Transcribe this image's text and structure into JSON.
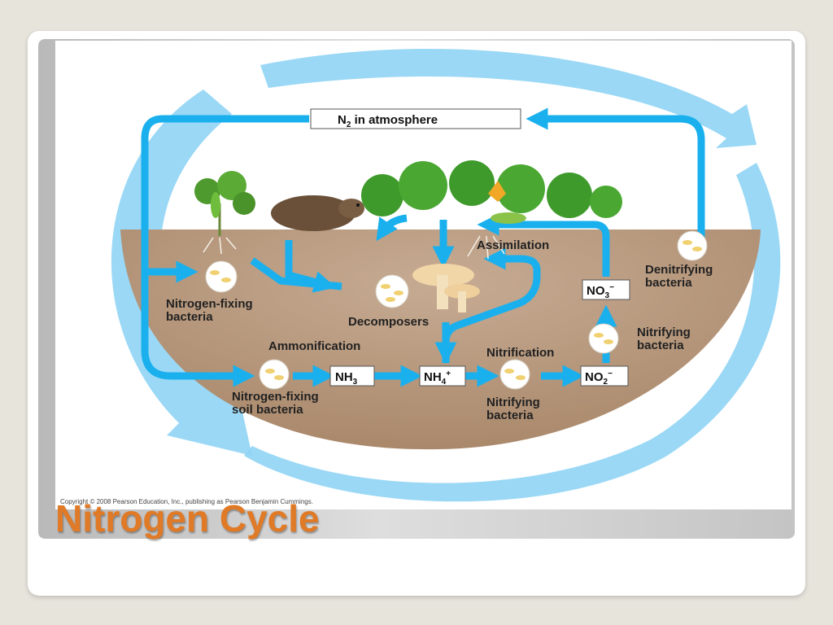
{
  "slide": {
    "title": "Nitrogen Cycle",
    "copyright": "Copyright © 2008 Pearson Education, Inc., publishing as Pearson Benjamin Cummings."
  },
  "diagram": {
    "atmosphere_label": "N",
    "atmosphere_sub": "2",
    "atmosphere_rest": " in atmosphere",
    "assimilation": "Assimilation",
    "denitrifying": [
      "Denitrifying",
      "bacteria"
    ],
    "nitrogen_fixing": [
      "Nitrogen-fixing",
      "bacteria"
    ],
    "decomposers": "Decomposers",
    "ammonification": "Ammonification",
    "nitrification": "Nitrification",
    "nitrifying_upper": [
      "Nitrifying",
      "bacteria"
    ],
    "nitrifying_lower": [
      "Nitrifying",
      "bacteria"
    ],
    "soil_bacteria": [
      "Nitrogen-fixing",
      "soil bacteria"
    ],
    "nh3": {
      "base": "NH",
      "sub": "3"
    },
    "nh4": {
      "base": "NH",
      "sub": "4",
      "sup": "+"
    },
    "no2": {
      "base": "NO",
      "sub": "2",
      "sup": "−"
    },
    "no3": {
      "base": "NO",
      "sub": "3",
      "sup": "−"
    }
  },
  "colors": {
    "title": "#e07a26",
    "arrow": "#1ab0ee",
    "big_arrow": "#8fd4f5",
    "soil": "#b49478"
  }
}
